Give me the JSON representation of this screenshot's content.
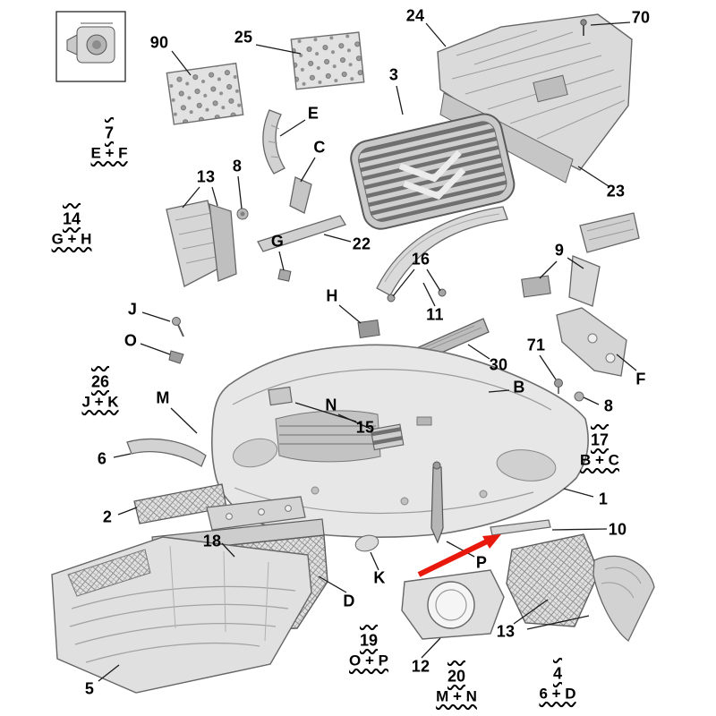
{
  "diagram": {
    "labels": [
      {
        "text": "90"
      },
      {
        "text": "25"
      },
      {
        "text": "24"
      },
      {
        "text": "70"
      },
      {
        "text": "3"
      },
      {
        "text": "E"
      },
      {
        "text": "C"
      },
      {
        "text": "8"
      },
      {
        "text": "13"
      },
      {
        "text": "23"
      },
      {
        "text": "G"
      },
      {
        "text": "22"
      },
      {
        "text": "16"
      },
      {
        "text": "9"
      },
      {
        "text": "J"
      },
      {
        "text": "O"
      },
      {
        "text": "H"
      },
      {
        "text": "11"
      },
      {
        "text": "30"
      },
      {
        "text": "71"
      },
      {
        "text": "B"
      },
      {
        "text": "F"
      },
      {
        "text": "8"
      },
      {
        "text": "M"
      },
      {
        "text": "N"
      },
      {
        "text": "15"
      },
      {
        "text": "6"
      },
      {
        "text": "1"
      },
      {
        "text": "2"
      },
      {
        "text": "18"
      },
      {
        "text": "10"
      },
      {
        "text": "K"
      },
      {
        "text": "P"
      },
      {
        "text": "D"
      },
      {
        "text": "12"
      },
      {
        "text": "13"
      },
      {
        "text": "5"
      }
    ],
    "group_labels": [
      {
        "number": "7",
        "letters": "E + F"
      },
      {
        "number": "14",
        "letters": "G + H"
      },
      {
        "number": "26",
        "letters": "J + K"
      },
      {
        "number": "17",
        "letters": "B + C"
      },
      {
        "number": "19",
        "letters": "O + P"
      },
      {
        "number": "20",
        "letters": "M + N"
      },
      {
        "number": "4",
        "letters": "6 + D"
      }
    ],
    "highlight_arrow_color": "#e8190c",
    "line_color": "#1a1a1a"
  }
}
